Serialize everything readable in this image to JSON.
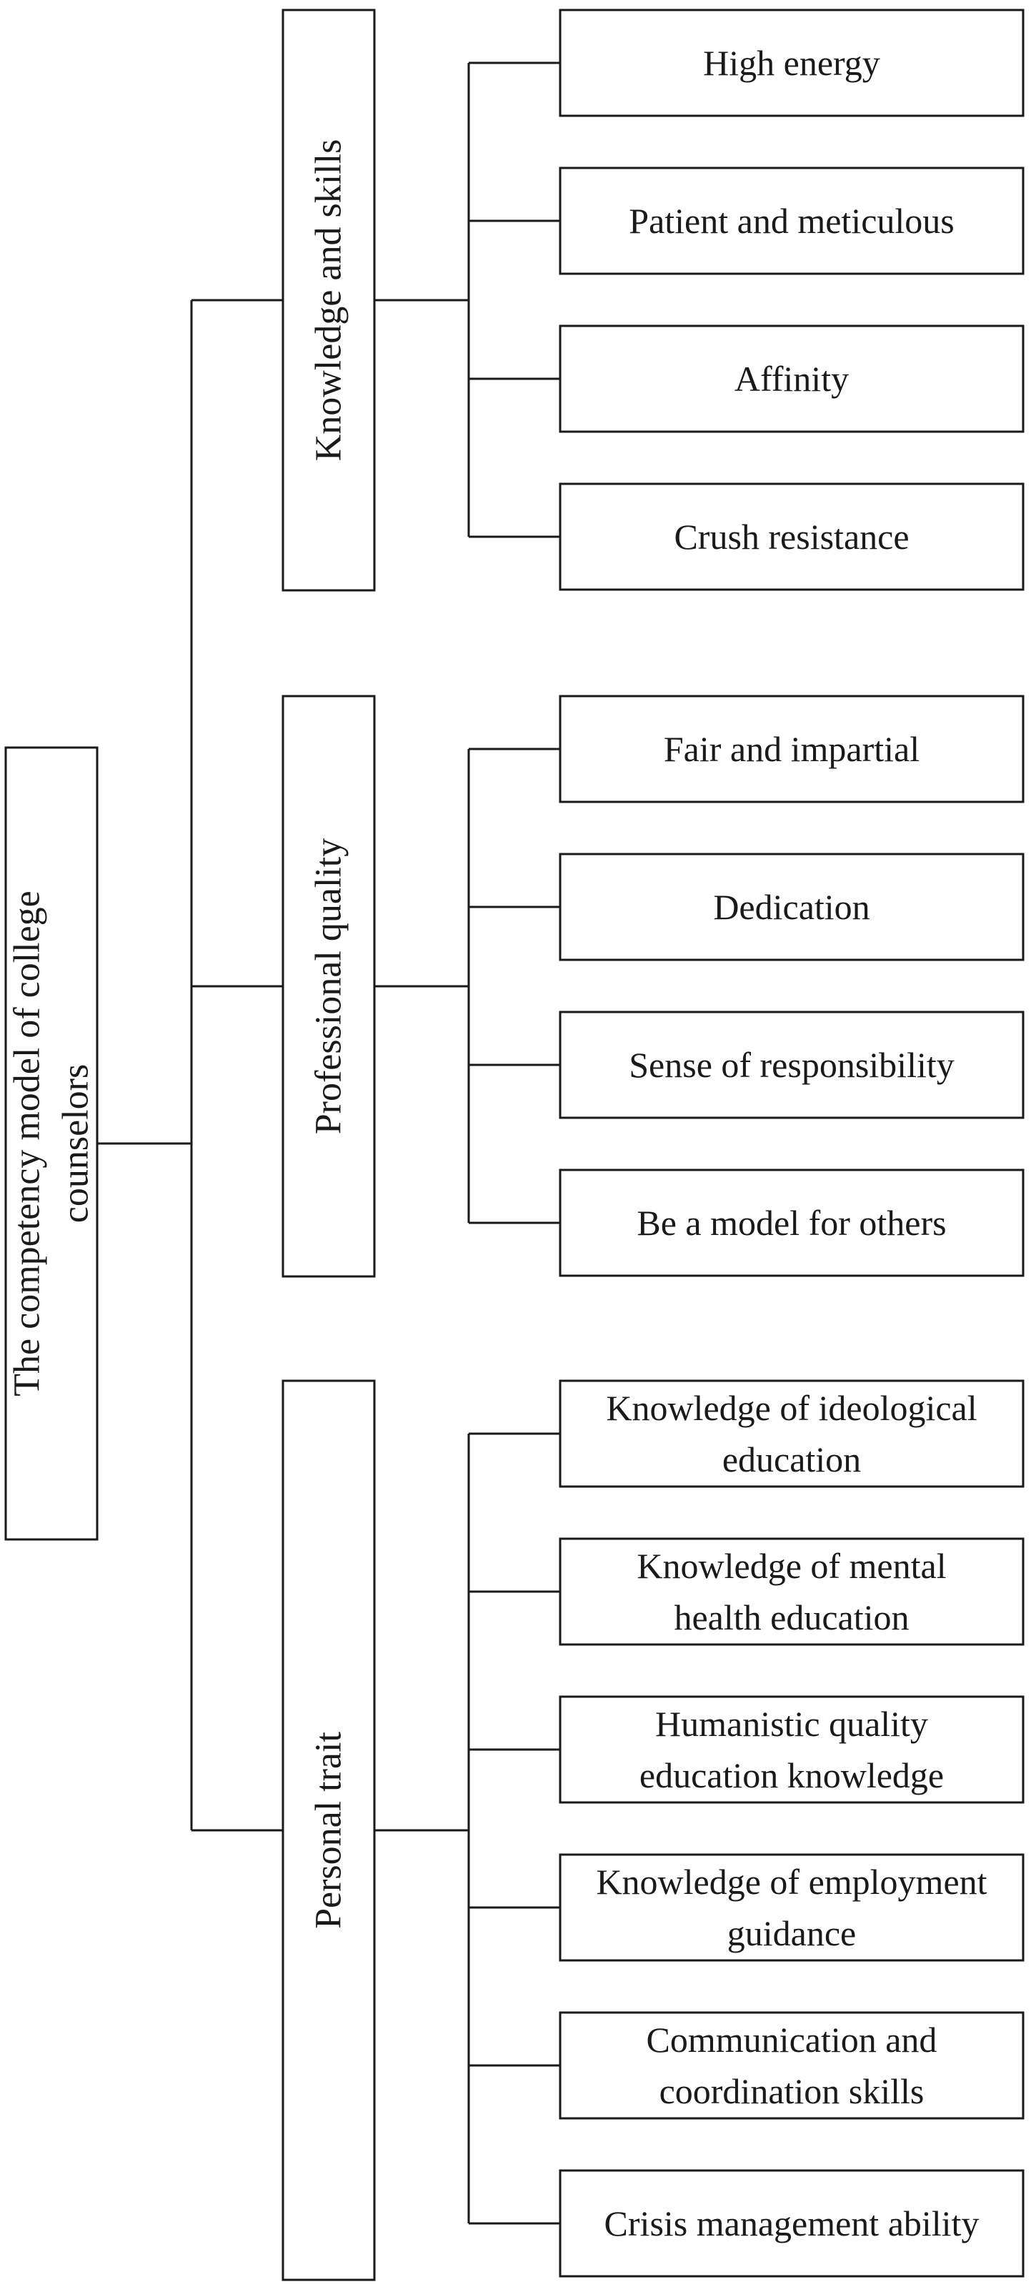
{
  "root": {
    "label_lines": [
      "The competency model of college",
      "counselors"
    ]
  },
  "categories": [
    {
      "label": "Knowledge and skills",
      "items": [
        {
          "lines": [
            "High energy"
          ]
        },
        {
          "lines": [
            "Patient and meticulous"
          ]
        },
        {
          "lines": [
            "Affinity"
          ]
        },
        {
          "lines": [
            "Crush resistance"
          ]
        }
      ]
    },
    {
      "label": "Professional quality",
      "items": [
        {
          "lines": [
            "Fair and impartial"
          ]
        },
        {
          "lines": [
            "Dedication"
          ]
        },
        {
          "lines": [
            "Sense of responsibility"
          ]
        },
        {
          "lines": [
            "Be a model for others"
          ]
        }
      ]
    },
    {
      "label": "Personal trait",
      "items": [
        {
          "lines": [
            "Knowledge of ideological",
            "education"
          ]
        },
        {
          "lines": [
            "Knowledge of mental",
            "health education"
          ]
        },
        {
          "lines": [
            "Humanistic quality",
            "education knowledge"
          ]
        },
        {
          "lines": [
            "Knowledge of employment",
            "guidance"
          ]
        },
        {
          "lines": [
            "Communication and",
            "coordination skills"
          ]
        },
        {
          "lines": [
            "Crisis management ability"
          ]
        }
      ]
    }
  ]
}
